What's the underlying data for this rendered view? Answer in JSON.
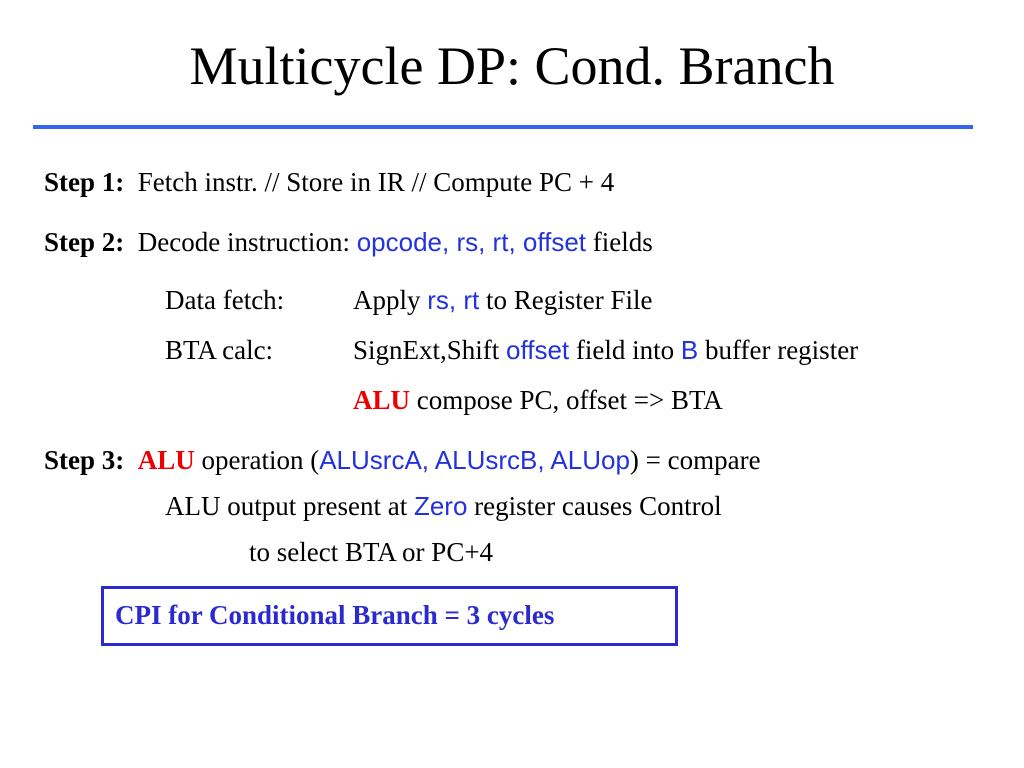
{
  "title": "Multicycle DP: Cond. Branch",
  "colors": {
    "rule": "#3366ee",
    "sans_highlight": "#2233dd",
    "alu_red": "#ee0000",
    "box": "#2a2ad0"
  },
  "step1": {
    "label": "Step 1:",
    "text": "Fetch instr. // Store in IR // Compute PC + 4"
  },
  "step2": {
    "label": "Step 2:",
    "text": "Decode instruction:",
    "fields_highlight": "opcode, rs, rt, offset",
    "fields_tail": "fields",
    "data_fetch": {
      "label": "Data fetch:",
      "pre": "Apply",
      "highlight": "rs, rt",
      "post": "to Register File"
    },
    "bta_calc": {
      "label": "BTA calc:",
      "pre": "SignExt,Shift",
      "highlight": "offset",
      "mid": "field into",
      "highlight2": "B",
      "post": "buffer register"
    },
    "alu_line": {
      "alu": "ALU",
      "post": "compose PC, offset => BTA"
    }
  },
  "step3": {
    "label": "Step 3:",
    "alu": "ALU",
    "pre": "operation (",
    "highlight": "ALUsrcA, ALUsrcB, ALUop",
    "post": ") = compare",
    "line2_pre": "ALU output present at",
    "line2_highlight": "Zero",
    "line2_post": "register causes Control",
    "line3": "to select BTA or PC+4"
  },
  "cpi_box": "CPI for Conditional Branch = 3 cycles"
}
